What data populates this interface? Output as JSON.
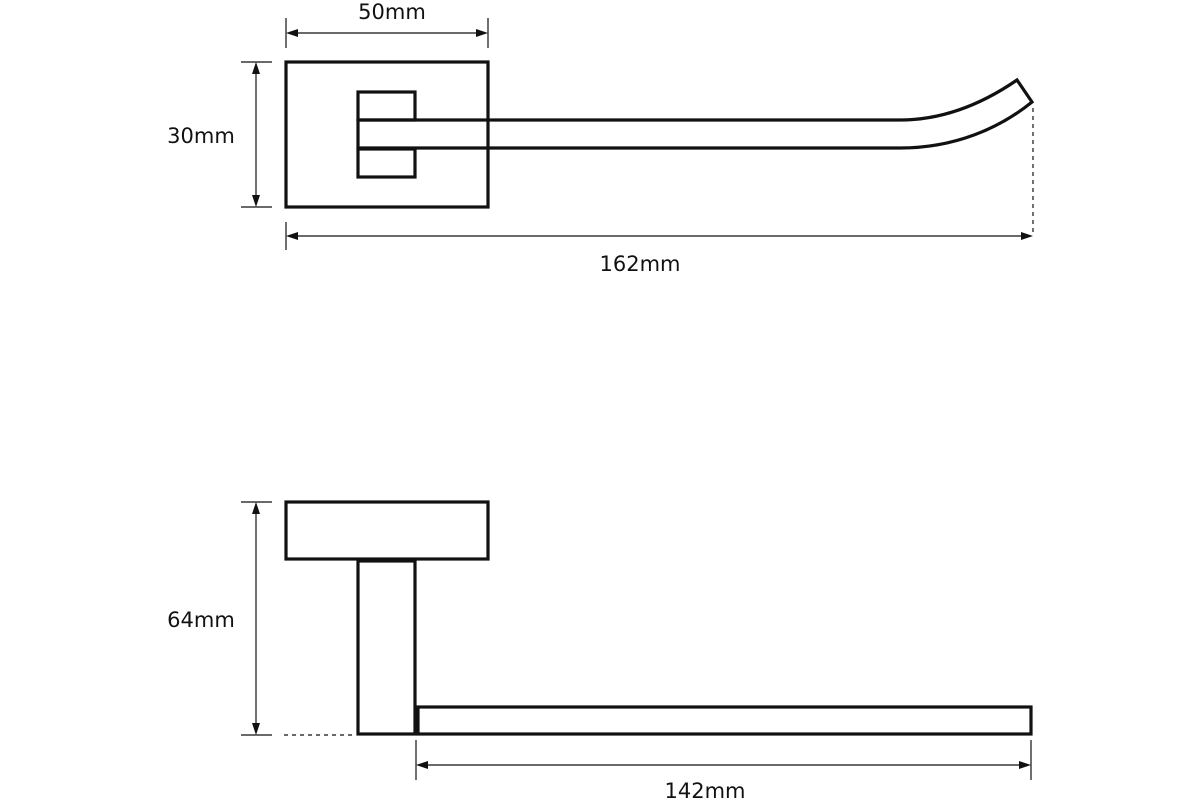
{
  "top_view": {
    "width_label": "50mm",
    "height_label": "30mm",
    "length_label": "162mm"
  },
  "side_view": {
    "height_label": "64mm",
    "length_label": "142mm"
  }
}
